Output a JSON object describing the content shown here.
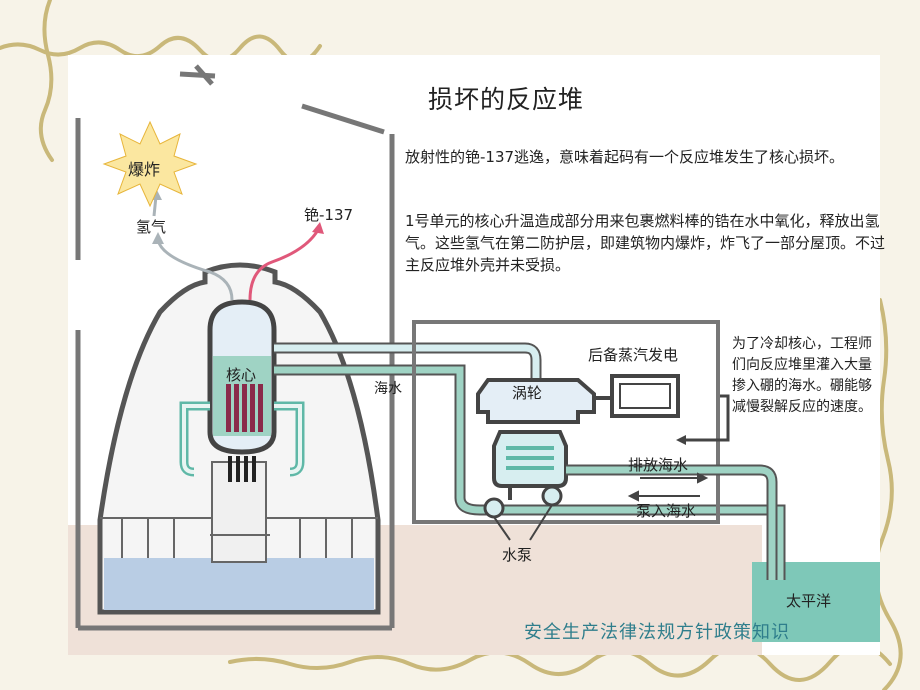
{
  "title": "损坏的反应堆",
  "paragraphs": [
    "放射性的铯-137逃逸，意味着起码有一个反应堆发生了核心损坏。",
    "1号单元的核心升温造成部分用来包裹燃料棒的锆在水中氧化，释放出氢气。这些氢气在第二防护层，即建筑物内爆炸，炸飞了一部分屋顶。不过主反应堆外壳并未受损。",
    "为了冷却核心，工程师们向反应堆里灌入大量掺入硼的海水。硼能够减慢裂解反应的速度。"
  ],
  "labels": {
    "explosion": "爆炸",
    "hydrogen": "氢气",
    "cesium": "铯-137",
    "core": "核心",
    "seawater": "海水",
    "backup_generator": "后备蒸汽发电",
    "turbine": "涡轮",
    "discharge_seawater": "排放海水",
    "pump_in_seawater": "泵入海水",
    "water_pump": "水泵",
    "pacific": "太平洋"
  },
  "footer": "安全生产法律法规方针政策知识",
  "colors": {
    "background": "#f7f3e8",
    "panel": "#ffffff",
    "pipe": "#5fb8a7",
    "pipe_light": "#d7eef0",
    "ground": "#efe1d8",
    "pool_water": "#b9cde4",
    "ocean": "#7ec8b8",
    "hydrogen_arrow": "#aab3b8",
    "cesium_arrow": "#e0587a",
    "fuel_rods": "#8a2a4a",
    "explosion": "#fbe7a0",
    "footer_text": "#2f7e8c",
    "vine": "#c9b87a"
  }
}
